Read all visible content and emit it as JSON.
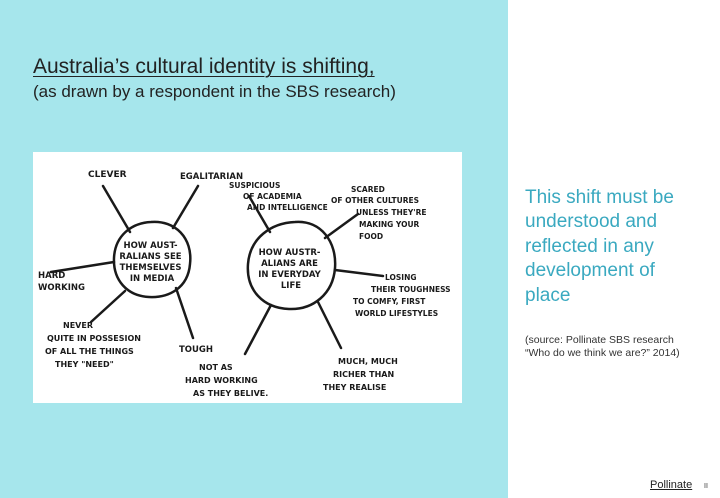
{
  "slide": {
    "title": "Australia’s cultural identity is shifting,",
    "subtitle": "(as drawn by a respondent in the SBS research)",
    "body_text": "This shift must be understood and reflected in any development of place",
    "source_note": "(source: Pollinate SBS research “Who do we think we are?” 2014)",
    "footer_link": "Pollinate",
    "page_number": "II",
    "colors": {
      "left_panel": "#a6e6ec",
      "accent_text": "#3aa9c0"
    }
  },
  "sketch": {
    "left_center_lines": [
      "HOW AUST-",
      "RALIANS SEE",
      "THEMSELVES",
      "IN MEDIA"
    ],
    "right_center_lines": [
      "HOW AUSTR-",
      "ALIANS ARE",
      "IN EVERYDAY",
      "LIFE"
    ],
    "labels": {
      "clever": [
        "CLEVER"
      ],
      "egalitarian": [
        "EGALITARIAN"
      ],
      "hard_working": [
        "HARD",
        "WORKING"
      ],
      "never_quite": [
        "NEVER",
        "QUITE IN POSSESION",
        "OF ALL THE THINGS",
        "THEY \"NEED\""
      ],
      "tough": [
        "TOUGH"
      ],
      "suspicious": [
        "SUSPICIOUS",
        "OF ACADEMIA",
        "AND INTELLIGENCE"
      ],
      "scared": [
        "SCARED",
        "OF OTHER CULTURES",
        "UNLESS THEY'RE",
        "MAKING YOUR",
        "FOOD"
      ],
      "losing": [
        "LOSING",
        "THEIR TOUGHNESS",
        "TO COMFY, FIRST",
        "WORLD LIFESTYLES"
      ],
      "much_richer": [
        "MUCH, MUCH",
        "RICHER THAN",
        "THEY REALISE"
      ],
      "not_as": [
        "NOT AS",
        "HARD WORKING",
        "AS THEY BELIVE."
      ]
    }
  }
}
